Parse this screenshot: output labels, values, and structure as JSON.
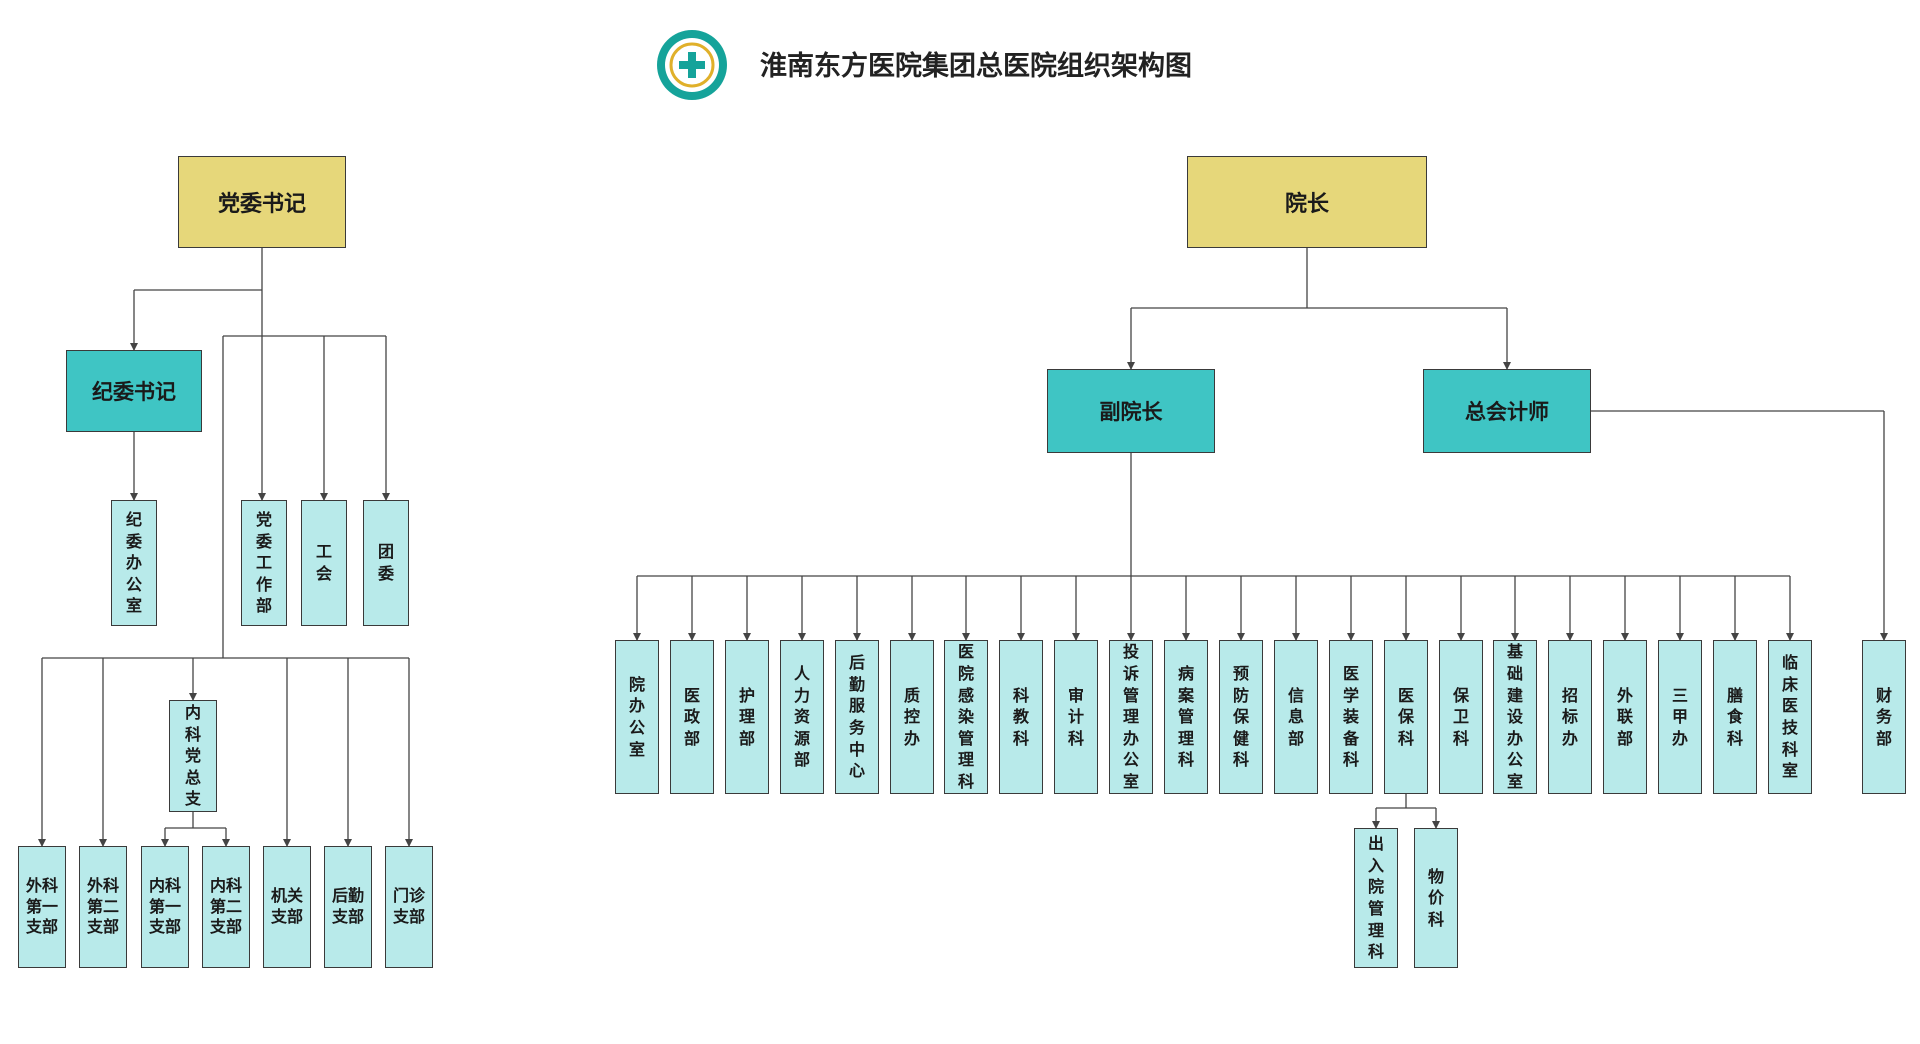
{
  "title": "淮南东方医院集团总医院组织架构图",
  "colors": {
    "gold": "#e6d77a",
    "teal": "#3fc5c4",
    "light": "#b8eaea",
    "logo_teal": "#15a39a",
    "logo_gold": "#e0b02a"
  },
  "logo": {
    "icon": "hospital-emblem-icon"
  },
  "nodes": {
    "party_secretary": "党委书记",
    "discipline_secretary": "纪委书记",
    "discipline_office": "纪委办公室",
    "party_work_dept": "党委工作部",
    "labor_union": "工会",
    "youth_league": "团委",
    "medicine_general_branch": "内科党总支",
    "surgery_branch_1": "外科第一支部",
    "surgery_branch_2": "外科第二支部",
    "medicine_branch_1": "内科第一支部",
    "medicine_branch_2": "内科第二支部",
    "office_branch": "机关支部",
    "logistics_branch": "后勤支部",
    "outpatient_branch": "门诊支部",
    "president": "院长",
    "vice_president": "副院长",
    "chief_accountant": "总会计师",
    "finance": "财务部",
    "admission_management": "出入院管理科",
    "pricing": "物价科"
  },
  "departments": [
    "院办公室",
    "医政部",
    "护理部",
    "人力资源部",
    "后勤服务中心",
    "质控办",
    "医院感染管理科",
    "科教科",
    "审计科",
    "投诉管理办公室",
    "病案管理科",
    "预防保健科",
    "信息部",
    "医学装备科",
    "医保科",
    "保卫科",
    "基础建设办公室",
    "招标办",
    "外联部",
    "三甲办",
    "膳食科",
    "临床医技科室"
  ]
}
